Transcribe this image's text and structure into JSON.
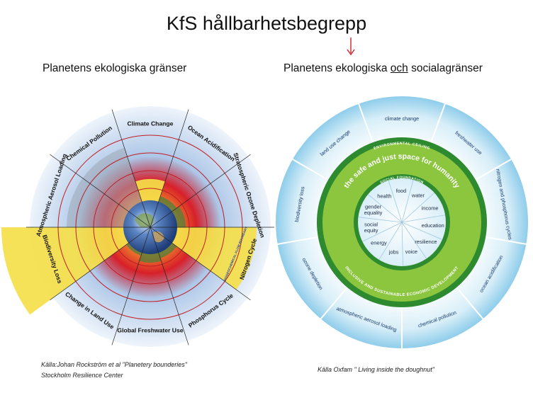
{
  "title": "KfS hållbarhetsbegrepp",
  "left": {
    "subtitle": "Planetens ekologiska gränser",
    "source": "Källa:Johan Rockström et al \"Planetery bounderies\" Stockholm Resilience Center",
    "sectors": [
      "Climate Change",
      "Ocean Acidification",
      "Stratospheric Ozone Depletion",
      "Nitrogen Cycle",
      "Phosphorus Cycle",
      "Global Freshwater Use",
      "Change in Land Use",
      "Biodiversity Loss",
      "Atmospheric Aerosol Loading",
      "Chemical Pollution"
    ],
    "boundary_note": "BIOGEOCHEMICAL FLOW BOUNDARY",
    "colors": {
      "safe": "#a0bfe3",
      "exceeded": "#f5e04a",
      "danger": "#d0202a"
    }
  },
  "right": {
    "subtitle_pre": "Planetens ekologiska ",
    "subtitle_och": "och",
    "subtitle_post": " socialagränser",
    "source": "Källa Oxfam \" Living inside the doughnut\"",
    "ceiling_label": "ENVIRONMENTAL CEILING",
    "safe_space": "the safe and just space for humanity",
    "foundation_label": "SOCIAL FOUNDATION",
    "development": "INCLUSIVE AND SUSTAINABLE ECONOMIC DEVELOPMENT",
    "outer": [
      "climate change",
      "freshwater use",
      "nitrogen and phosphorus cycles",
      "ocean acidification",
      "chemical pollution",
      "atmospheric aerosol loading",
      "ozone depletion",
      "biodiversity loss",
      "land use change"
    ],
    "inner": [
      "water",
      "income",
      "education",
      "resilience",
      "voice",
      "jobs",
      "energy",
      "social equity",
      "gender equality",
      "health",
      "food"
    ],
    "colors": {
      "ring": "#8cc63f",
      "ring_dark": "#2d8a2f",
      "sky": "#bfe4f5"
    }
  }
}
